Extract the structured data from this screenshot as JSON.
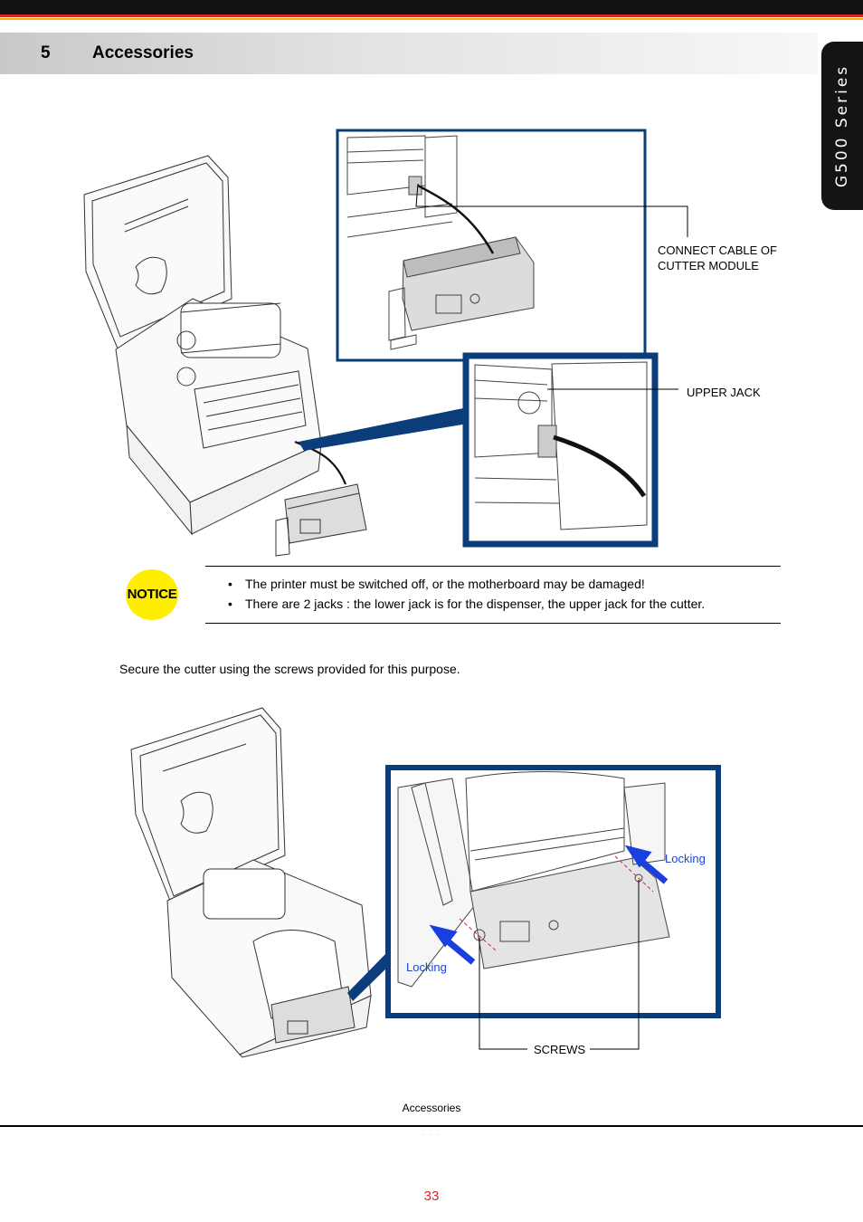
{
  "header": {
    "section_number": "5",
    "section_title": "Accessories",
    "series_tab": "G500 Series"
  },
  "figure1": {
    "callouts": {
      "cable_line1": "CONNECT CABLE OF",
      "cable_line2": "CUTTER MODULE",
      "upper_jack": "UPPER JACK"
    }
  },
  "notice": {
    "badge": "NOTICE",
    "items": [
      "The printer must be switched off, or the motherboard may be damaged!",
      "There are 2 jacks : the lower jack is for the dispenser, the upper jack for the cutter."
    ]
  },
  "instruction": "Secure the cutter using the screws provided for this purpose.",
  "figure2": {
    "callouts": {
      "locking_left": "Locking",
      "locking_right": "Locking",
      "screws": "SCREWS"
    }
  },
  "footer": {
    "title": "Accessories",
    "page_number": "33"
  },
  "colors": {
    "frame": "#0b3d7a",
    "locking_arrow": "#1a3fe0",
    "notice_badge": "#ffee00",
    "page_number": "#d2262b"
  }
}
